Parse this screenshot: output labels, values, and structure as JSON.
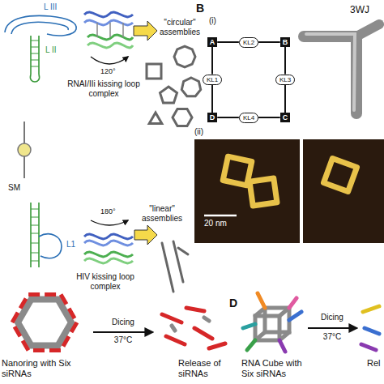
{
  "diagram": {
    "nodes": [
      {
        "text": [
          "A"
        ]
      },
      {
        "text": [
          "B"
        ]
      },
      {
        "text": [
          "KL2"
        ]
      },
      {
        "text": [
          "KL1"
        ]
      },
      {
        "text": [
          "KL3"
        ]
      },
      {
        "text": [
          "KL4"
        ]
      },
      {
        "text": [
          "D"
        ]
      },
      {
        "text": [
          "C"
        ]
      }
    ],
    "edges": [
      {
        "from": 0,
        "to": 2,
        "arrow": "none"
      },
      {
        "from": 2,
        "to": 1,
        "arrow": "none"
      },
      {
        "from": 1,
        "to": 4,
        "arrow": "none"
      },
      {
        "from": 4,
        "to": 7,
        "arrow": "none"
      },
      {
        "from": 7,
        "to": 5,
        "arrow": "none"
      },
      {
        "from": 5,
        "to": 6,
        "arrow": "none"
      },
      {
        "from": 6,
        "to": 3,
        "arrow": "none"
      },
      {
        "from": 3,
        "to": 0,
        "arrow": "none"
      }
    ],
    "labels": [
      "L III",
      "L II",
      "RNAI/IIi kissing loop complex",
      "120°",
      "\"circular\" assemblies",
      "SM",
      "L1",
      "HIV kissing loop complex",
      "180°",
      "\"linear\" assemblies",
      "B",
      "(i)",
      "3WJ",
      "(ii)",
      "20 nm",
      "Nanoring with Six siRNAs",
      "Dicing",
      "37°C",
      "Release of siRNAs",
      "D",
      "RNA Cube with Six siRNAs",
      "Dicing",
      "37°C",
      "Rel"
    ]
  }
}
